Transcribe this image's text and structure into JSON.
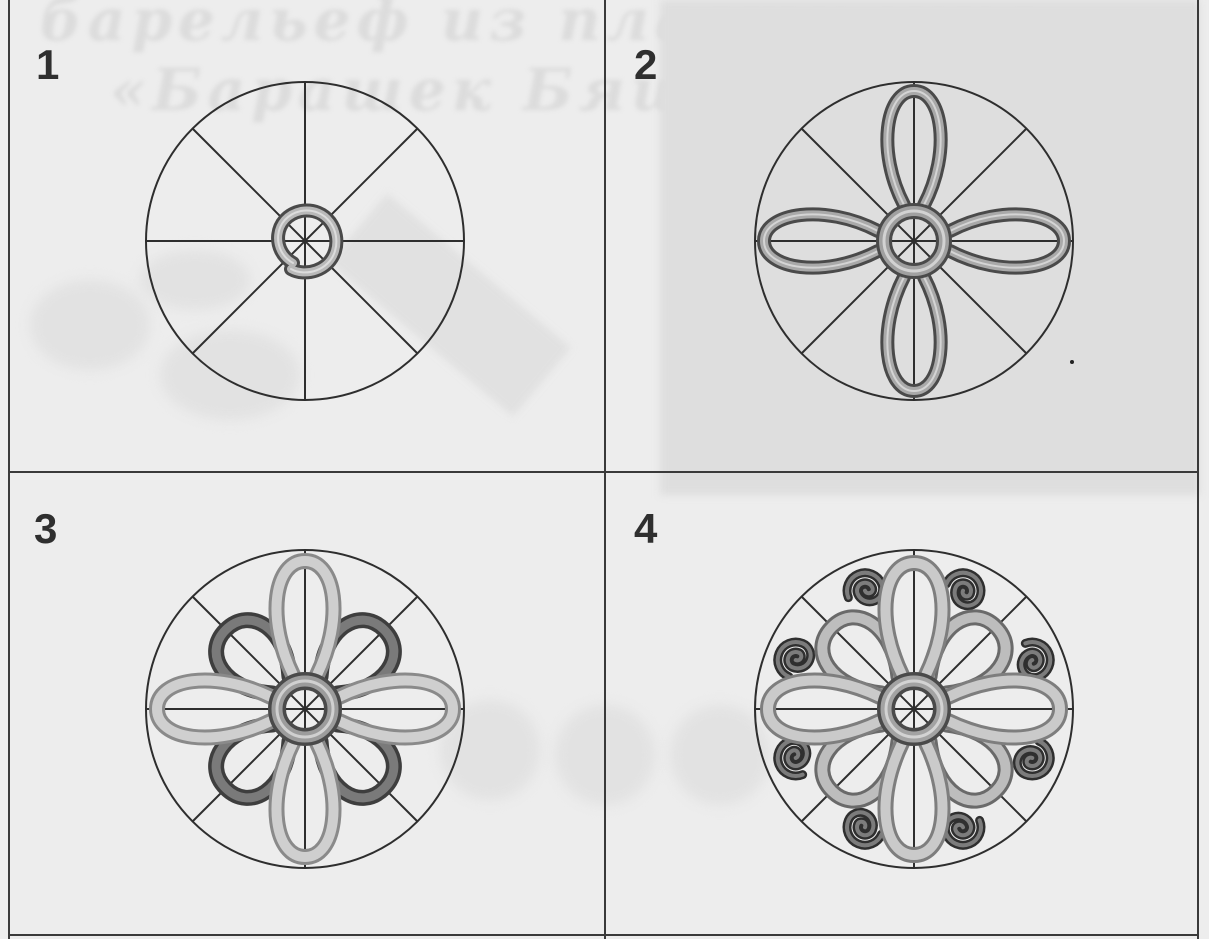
{
  "background_text": {
    "line1": "барельеф из пластилина",
    "line2": "«Барашек Бяша»"
  },
  "panels": [
    {
      "number": "1",
      "step": "center-spiral"
    },
    {
      "number": "2",
      "step": "four-petals"
    },
    {
      "number": "3",
      "step": "eight-petals"
    },
    {
      "number": "4",
      "step": "petals-with-curls"
    }
  ],
  "colors": {
    "background": "#ededed",
    "lines": "#3a3a3a",
    "clay_light": "#c9c9c9",
    "clay_mid": "#a8a8a8",
    "clay_dark": "#6e6e6e",
    "clay_outline": "#4a4a4a"
  }
}
